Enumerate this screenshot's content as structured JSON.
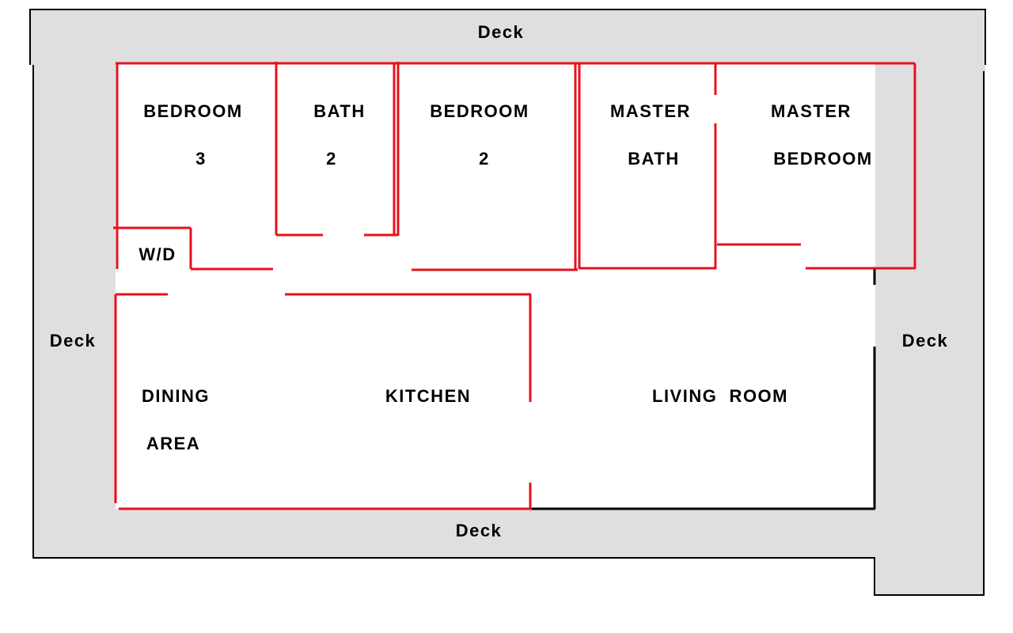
{
  "colors": {
    "deck": "#dfdfe1",
    "interior": "#ffffff",
    "outline": "#000000",
    "partition": "#e8101c",
    "text": "#000000"
  },
  "decks": {
    "top": "Deck",
    "left": "Deck",
    "right": "Deck",
    "bottom": "Deck"
  },
  "rooms": {
    "bedroom3": {
      "line1": "BEDROOM",
      "line2": "3"
    },
    "bath2": {
      "line1": "BATH",
      "line2": "2"
    },
    "bedroom2": {
      "line1": "BEDROOM",
      "line2": "2"
    },
    "master_bath": {
      "line1": "MASTER",
      "line2": "BATH"
    },
    "master_bedroom": {
      "line1": "MASTER",
      "line2": "BEDROOM"
    },
    "laundry": {
      "label": "W/D"
    },
    "dining": {
      "line1": "DINING",
      "line2": "AREA"
    },
    "kitchen": {
      "label": "KITCHEN"
    },
    "living": {
      "label": "LIVING  ROOM"
    }
  }
}
